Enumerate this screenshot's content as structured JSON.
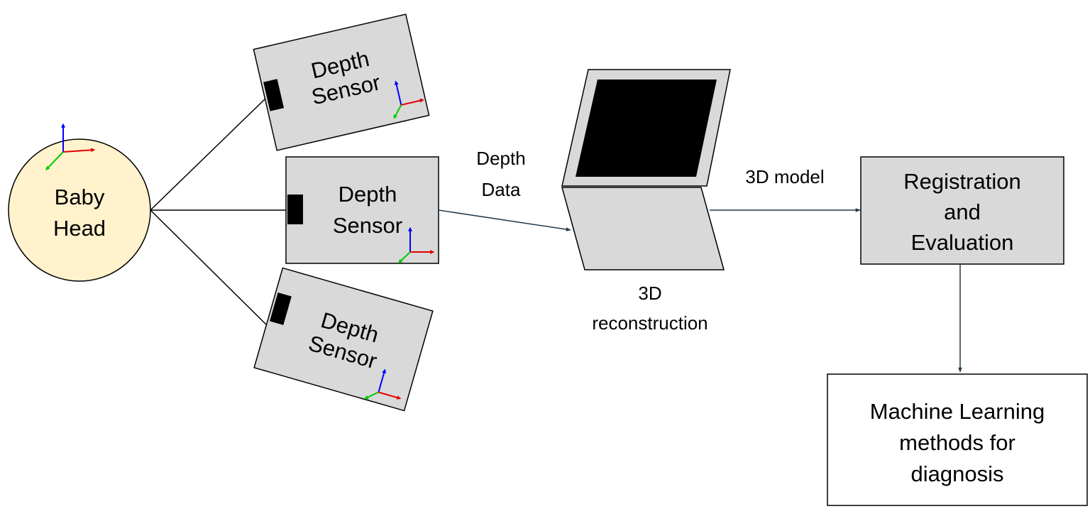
{
  "colors": {
    "head_fill": "#fff2cc",
    "sensor_fill": "#d9d9d9",
    "stroke": "#000000",
    "edge": "#000000",
    "arrow": "#1f3a50",
    "lens": "#000000",
    "screen": "#000000",
    "axis_x": "#e60000",
    "axis_y": "#0000ff",
    "axis_z": "#00cc00",
    "white_box_fill": "#ffffff"
  },
  "baby_head": {
    "line1": "Baby",
    "line2": "Head"
  },
  "sensors": [
    {
      "line1": "Depth",
      "line2": "Sensor"
    },
    {
      "line1": "Depth",
      "line2": "Sensor"
    },
    {
      "line1": "Depth",
      "line2": "Sensor"
    }
  ],
  "labels": {
    "depth_data_line1": "Depth",
    "depth_data_line2": "Data",
    "model_3d": "3D model",
    "recon_line1": "3D",
    "recon_line2": "reconstruction"
  },
  "registration": {
    "line1": "Registration",
    "line2": "and",
    "line3": "Evaluation"
  },
  "ml": {
    "line1": "Machine Learning",
    "line2": "methods for",
    "line3": "diagnosis"
  }
}
